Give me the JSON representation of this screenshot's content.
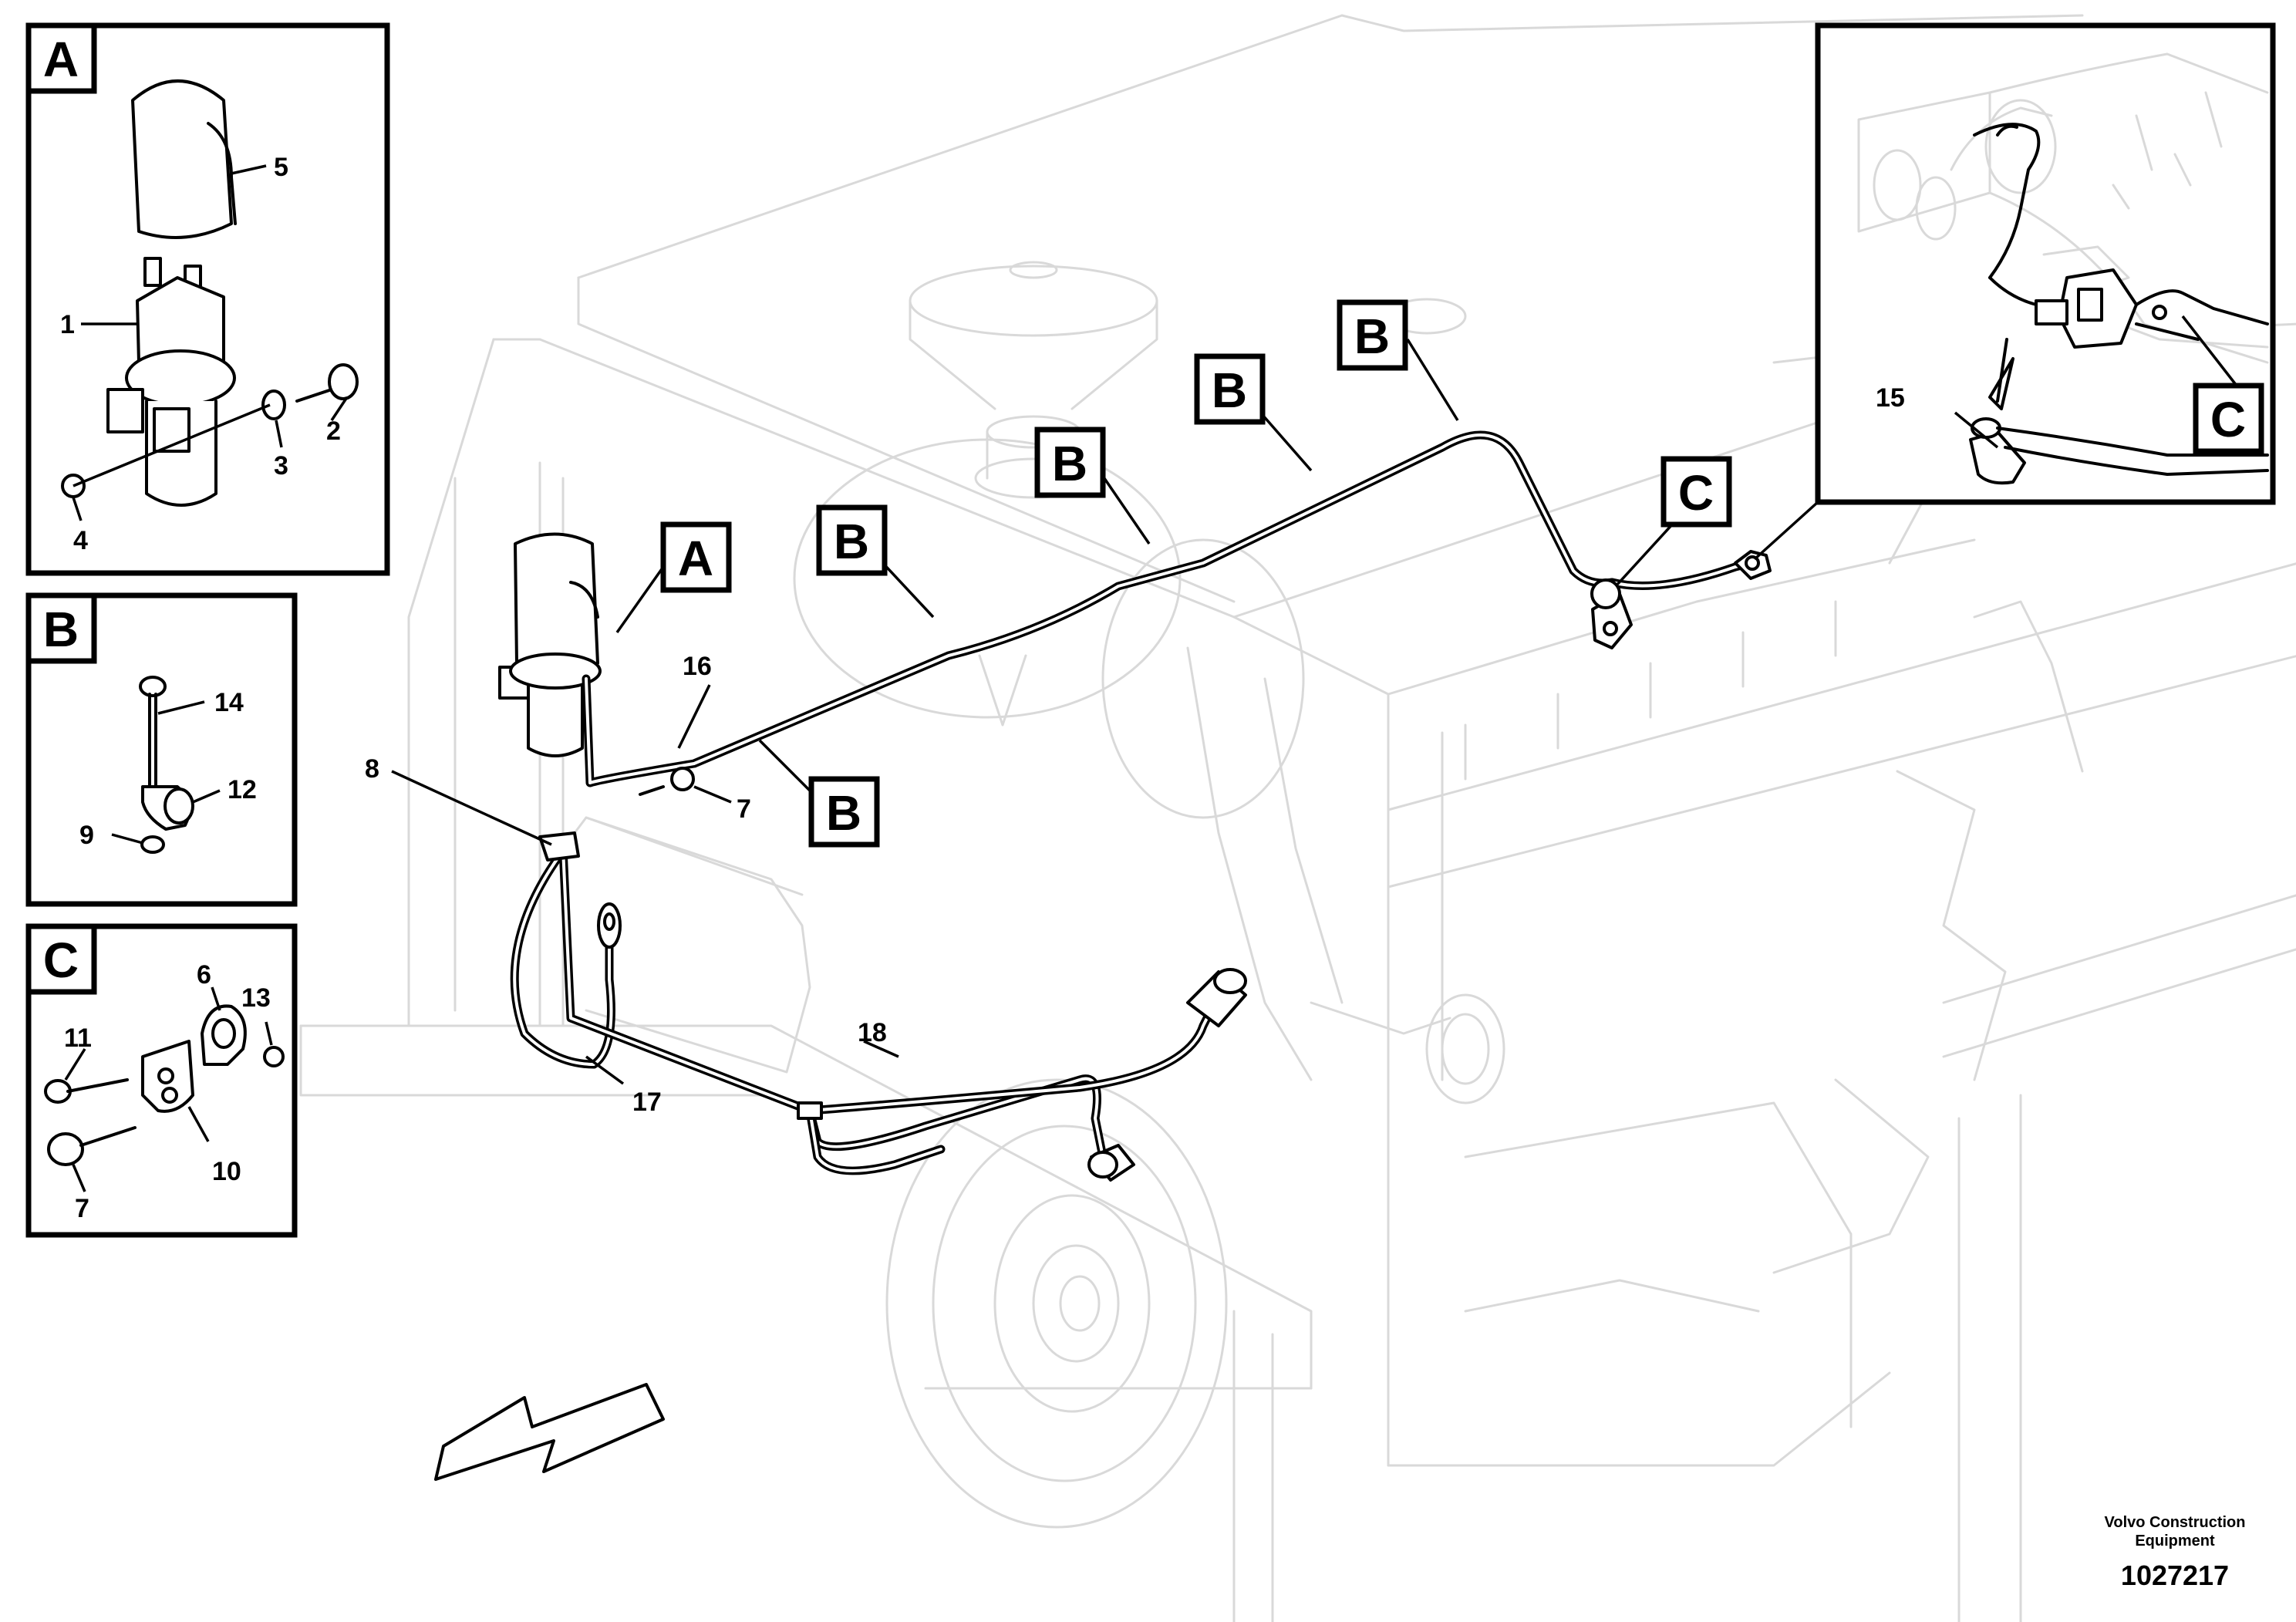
{
  "detail_boxes": {
    "A": {
      "tag": "A",
      "callouts": [
        "5",
        "1",
        "2",
        "3",
        "4"
      ]
    },
    "B": {
      "tag": "B",
      "callouts": [
        "14",
        "12",
        "9"
      ]
    },
    "C": {
      "tag": "C",
      "callouts": [
        "6",
        "13",
        "11",
        "7",
        "10"
      ]
    },
    "sensor_detail": {
      "tag": "C",
      "callouts": [
        "15"
      ]
    }
  },
  "main_view": {
    "location_tags": [
      "A",
      "B",
      "B",
      "B",
      "B",
      "B",
      "C"
    ],
    "callouts": [
      "16",
      "8",
      "7",
      "17",
      "18"
    ]
  },
  "footer": {
    "company_line1": "Volvo Construction",
    "company_line2": "Equipment",
    "document_number": "1027217"
  }
}
